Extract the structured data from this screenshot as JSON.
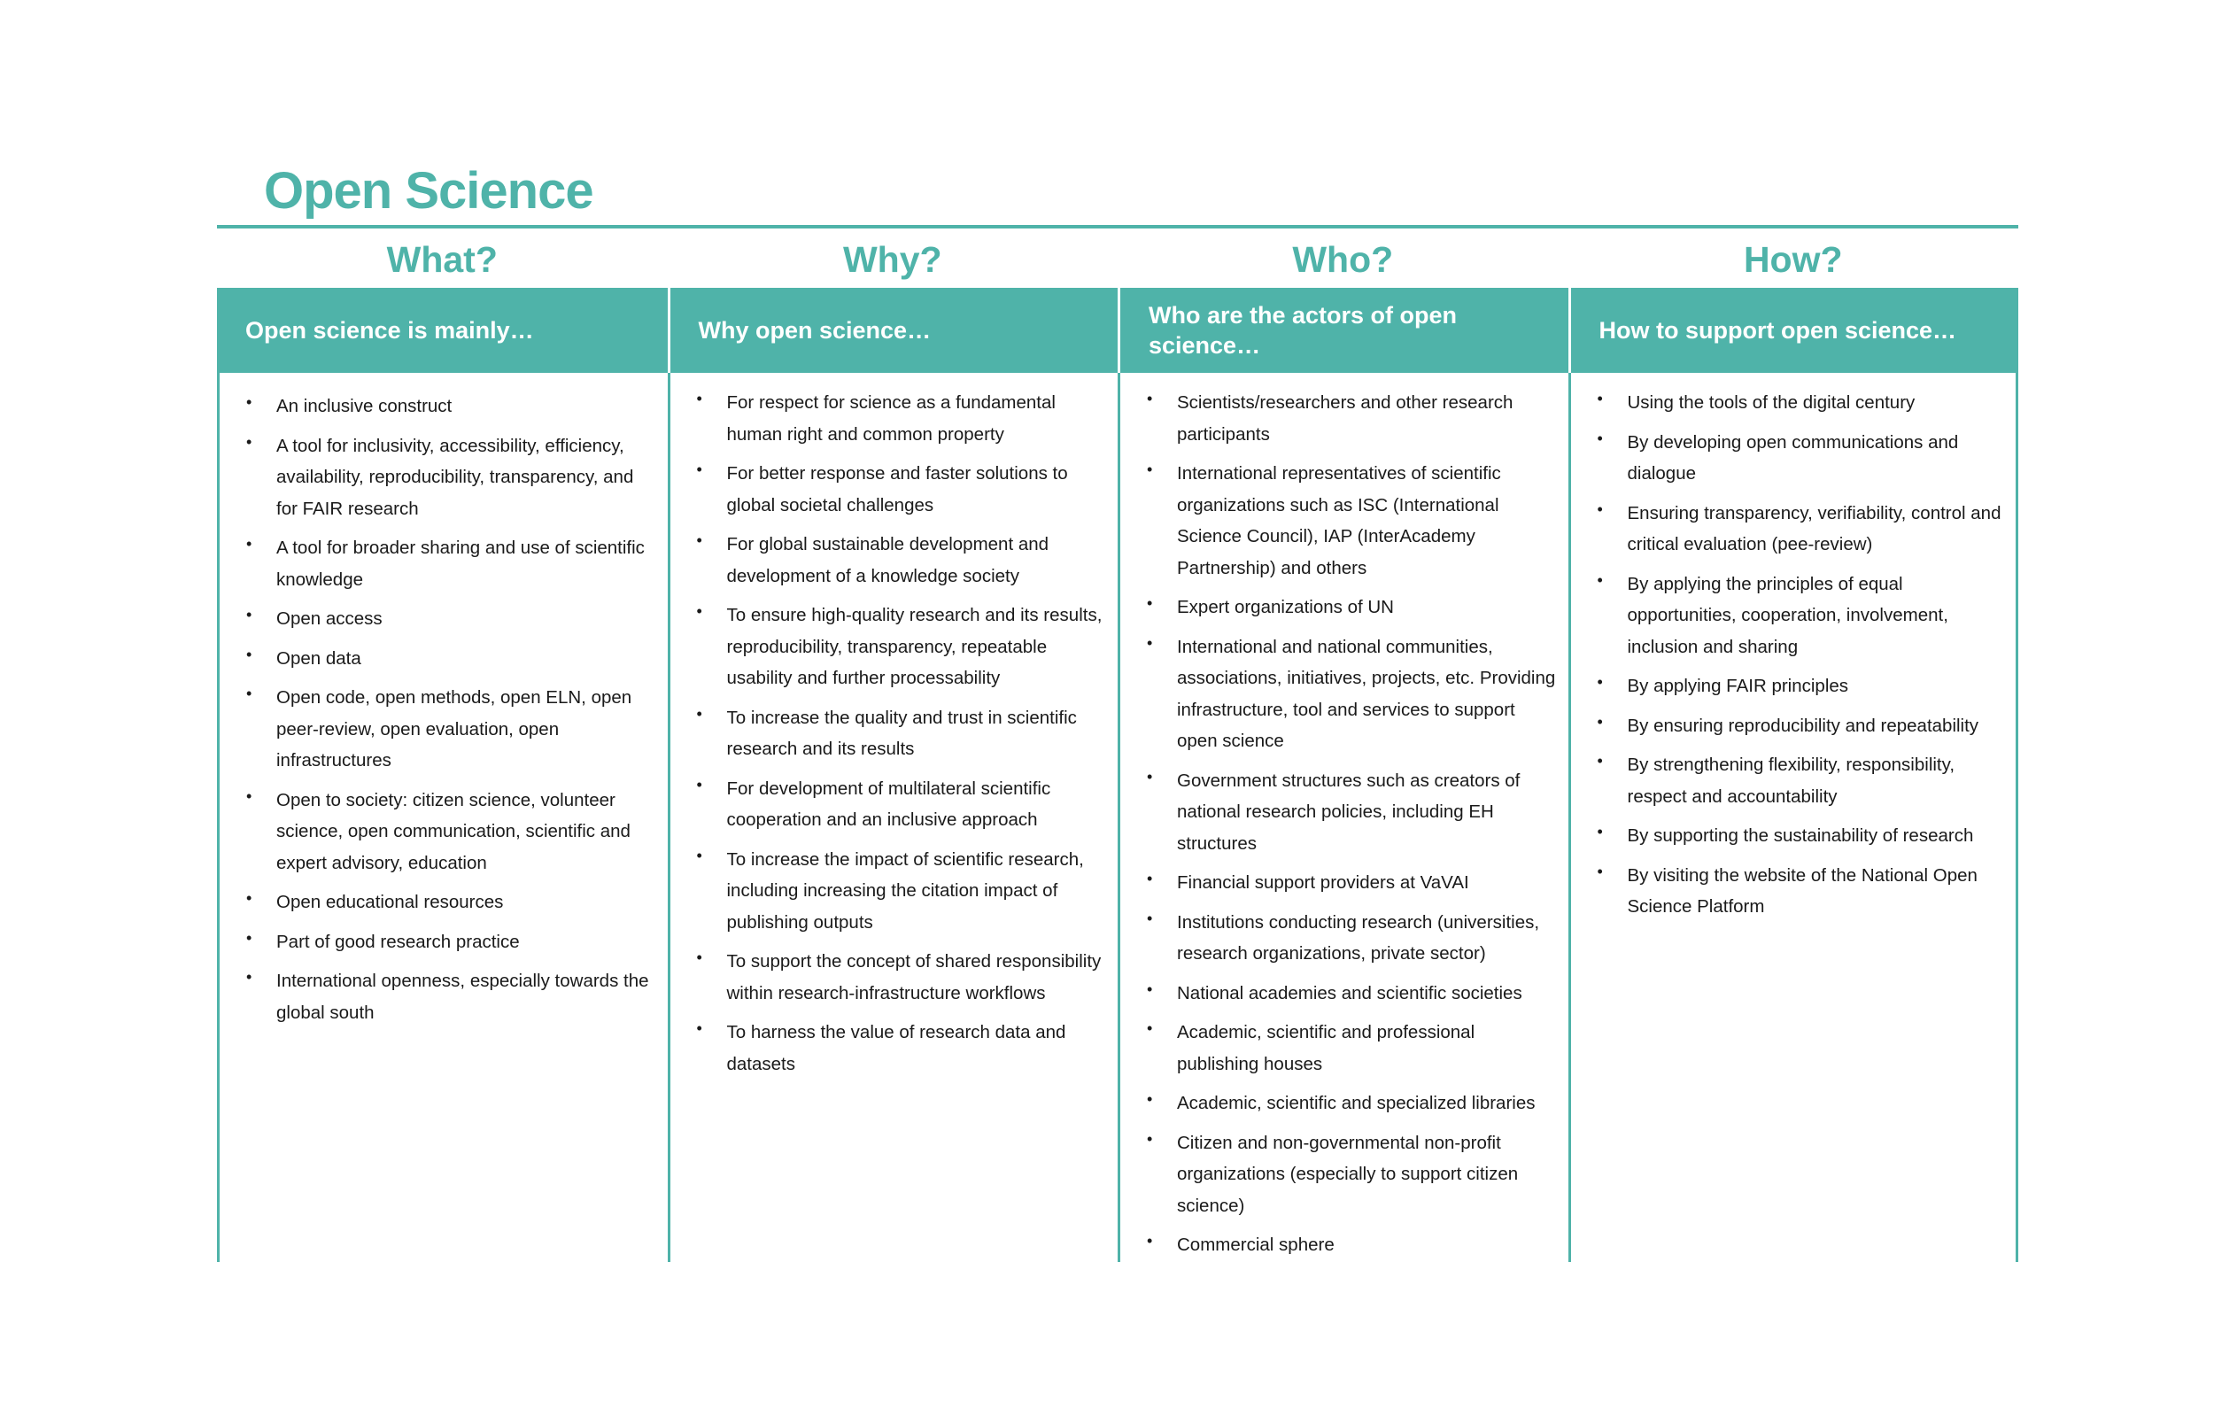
{
  "title": "Open Science",
  "columns": [
    {
      "question": "What?",
      "header": "Open science is mainly…",
      "items": [
        "An inclusive construct",
        "A tool for inclusivity, accessibility, efficiency, availability, reproducibility, transparency, and for FAIR research",
        "A tool for broader sharing and use of scientific knowledge",
        "Open access",
        "Open data",
        "Open code, open methods, open ELN, open peer-review, open evaluation, open infrastructures",
        "Open to society: citizen science, volunteer science, open communication, scientific and expert advisory, education",
        "Open educational resources",
        "Part of good research practice",
        "International openness, especially towards the global south"
      ]
    },
    {
      "question": "Why?",
      "header": "Why open science…",
      "items": [
        "For respect for science as a fundamental human right and common property",
        "For better response and faster solutions to global societal challenges",
        "For global sustainable development and development of a knowledge society",
        "To ensure high-quality research and its results, reproducibility, transparency, repeatable usability and further processability",
        "To increase the quality and trust in scientific research and its results",
        "For development of multilateral scientific cooperation and an inclusive approach",
        "To increase the impact of scientific research, including increasing the citation impact of publishing outputs",
        "To support the concept of shared responsibility within research-infrastructure workflows",
        "To harness the value of research data and datasets"
      ]
    },
    {
      "question": "Who?",
      "header": "Who are the actors of open science…",
      "items": [
        "Scientists/researchers and other research participants",
        "International representatives of scientific organizations such as ISC (International Science Council), IAP (InterAcademy Partnership) and others",
        "Expert organizations of UN",
        "International and national communities, associations, initiatives, projects, etc. Providing infrastructure, tool and services to support open science",
        "Government structures such as creators of national research policies, including EH structures",
        "Financial support providers at VaVAI",
        "Institutions conducting research (universities, research organizations, private sector)",
        "National academies and scientific societies",
        "Academic, scientific and professional publishing houses",
        "Academic, scientific and specialized libraries",
        "Citizen and non-governmental non-profit organizations (especially to support citizen science)",
        "Commercial sphere"
      ]
    },
    {
      "question": "How?",
      "header": "How to support open science…",
      "items": [
        "Using the tools of the digital century",
        "By developing open communications and dialogue",
        "Ensuring transparency, verifiability, control and critical evaluation (pee-review)",
        "By applying the principles of equal opportunities, cooperation, involvement, inclusion and sharing",
        "By applying FAIR principles",
        "By ensuring reproducibility and repeatability",
        "By strengthening flexibility, responsibility, respect and accountability",
        "By supporting the sustainability of research",
        "By visiting the website of the National Open Science Platform"
      ]
    }
  ]
}
